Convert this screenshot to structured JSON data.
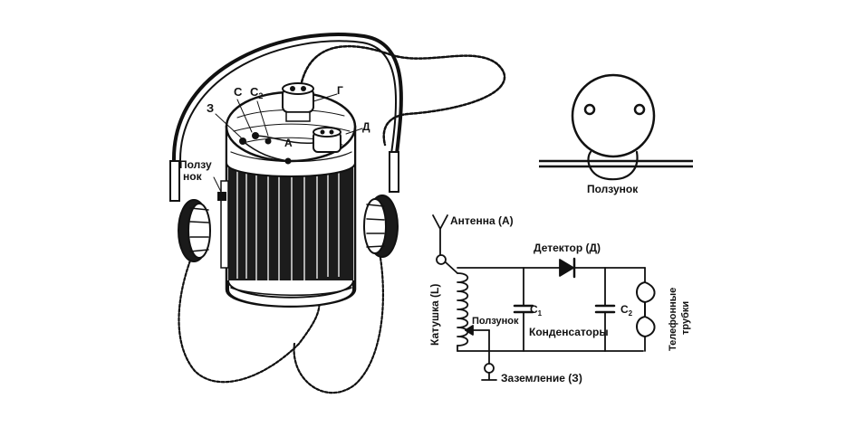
{
  "illustration": {
    "labels": {
      "z": "З",
      "c": "С",
      "c2": "С",
      "c2_sub": "2",
      "g": "Г",
      "a": "А",
      "d": "Д",
      "slider_1": "Ползу",
      "slider_2": "нок"
    }
  },
  "slider_detail": {
    "caption": "Ползунок"
  },
  "schematic": {
    "antenna": "Антенна (А)",
    "detector": "Детектор (Д)",
    "coil": "Катушка (L)",
    "slider": "Ползунок",
    "c1": "C",
    "c1_sub": "1",
    "c2": "C",
    "c2_sub": "2",
    "capacitors": "Конденсаторы",
    "phones_1": "Телефонные",
    "phones_2": "трубки",
    "ground": "Заземление (З)"
  }
}
